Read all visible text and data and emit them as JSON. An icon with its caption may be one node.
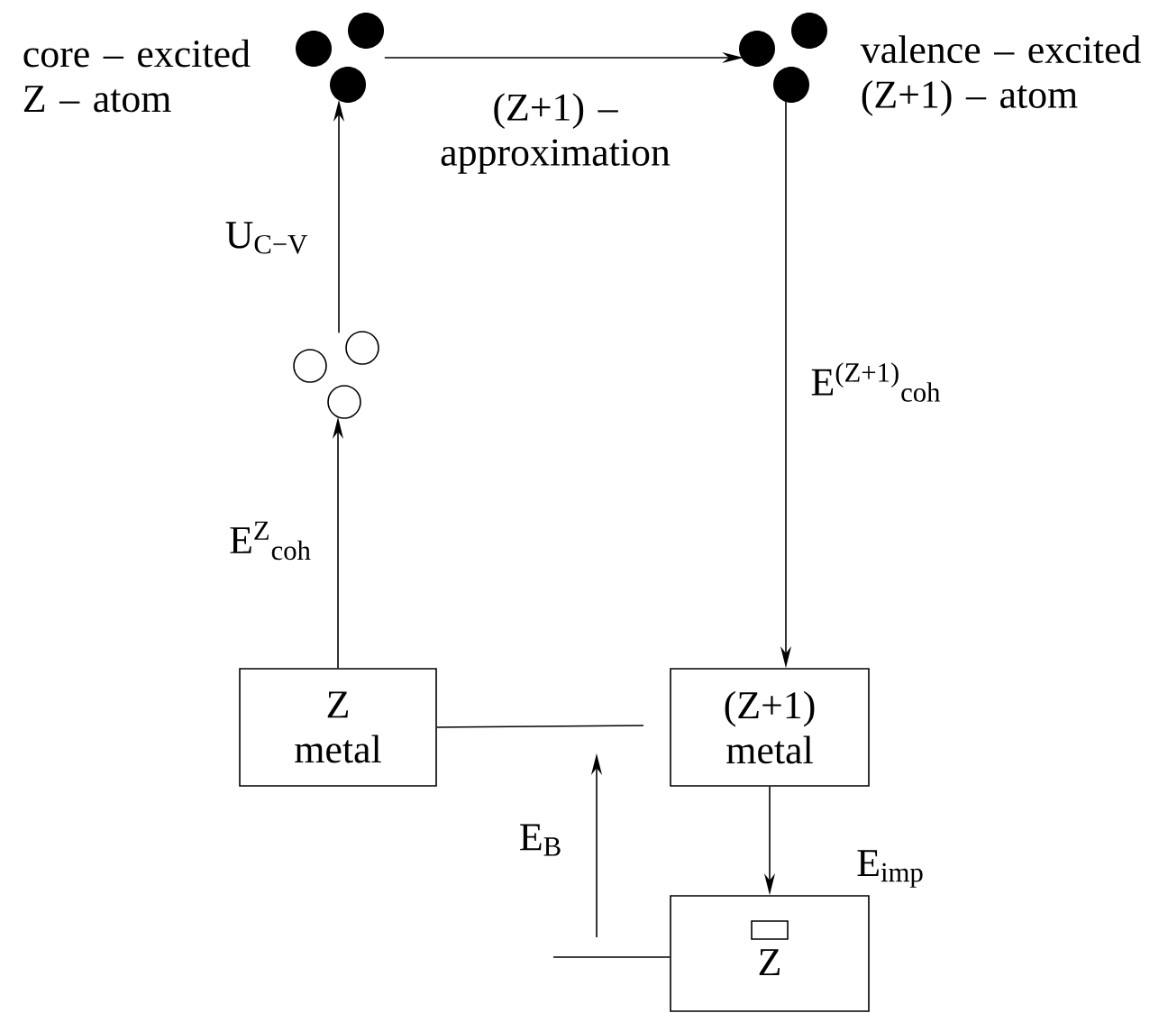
{
  "diagram": {
    "nodes": [
      {
        "text": [],
        "shape": "circle",
        "beside": [
          "core – excited Z – atom"
        ]
      },
      {
        "text": [],
        "shape": "circle",
        "beside": [
          "valence – excited (Z+1) – atom"
        ]
      },
      {
        "text": [],
        "shape": "circle"
      },
      {
        "text": [
          "Z metal"
        ]
      },
      {
        "text": [
          "(Z+1) metal"
        ]
      },
      {
        "text": [
          "Z"
        ]
      }
    ],
    "edges": [
      {
        "from": 0,
        "to": 1,
        "arrow": "to",
        "label": "(Z+1) – approximation"
      },
      {
        "from": 2,
        "to": 0,
        "arrow": "to",
        "label": "U$_{C−V}$"
      },
      {
        "from": 3,
        "to": 2,
        "arrow": "to",
        "label": "E$^{Z}$$_{coh}$"
      },
      {
        "from": 1,
        "to": 4,
        "arrow": "to",
        "label": "E$^{(Z+1)}$$_{coh}$"
      },
      {
        "from": 4,
        "to": 5,
        "arrow": "to",
        "label": "E$_{imp}$"
      },
      {
        "from": 3,
        "to": null,
        "arrow": "none"
      },
      {
        "from": null,
        "to": 5,
        "arrow": "none"
      }
    ],
    "labels": [
      "E$_{B}$"
    ]
  }
}
